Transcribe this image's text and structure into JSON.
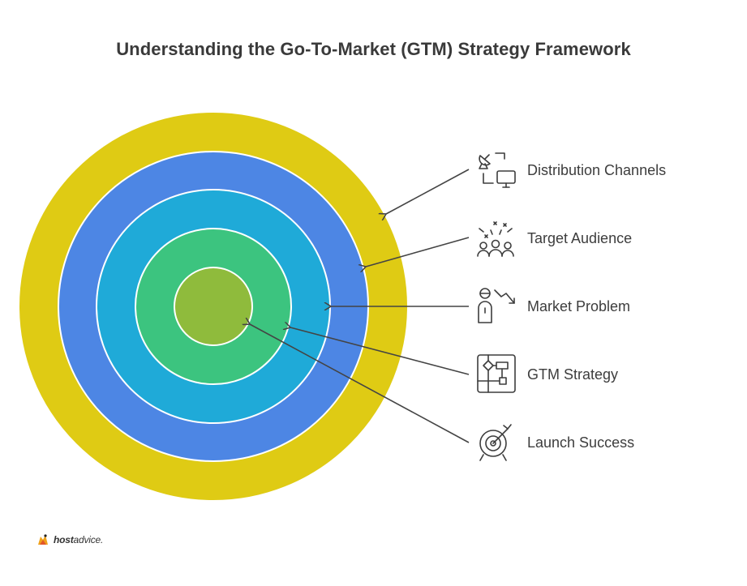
{
  "title": "Understanding the Go-To-Market (GTM) Strategy Framework",
  "rings": [
    {
      "label": "Distribution Channels",
      "color": "#dfcb14",
      "icon": "satellite-computer-icon"
    },
    {
      "label": "Target Audience",
      "color": "#4d86e4",
      "icon": "audience-icon"
    },
    {
      "label": "Market Problem",
      "color": "#1faad8",
      "icon": "person-problem-icon"
    },
    {
      "label": "GTM Strategy",
      "color": "#3cc47f",
      "icon": "flowchart-icon"
    },
    {
      "label": "Launch Success",
      "color": "#8fbb3c",
      "icon": "target-arrow-icon"
    }
  ],
  "brand": {
    "bold": "host",
    "rest": "advice."
  }
}
